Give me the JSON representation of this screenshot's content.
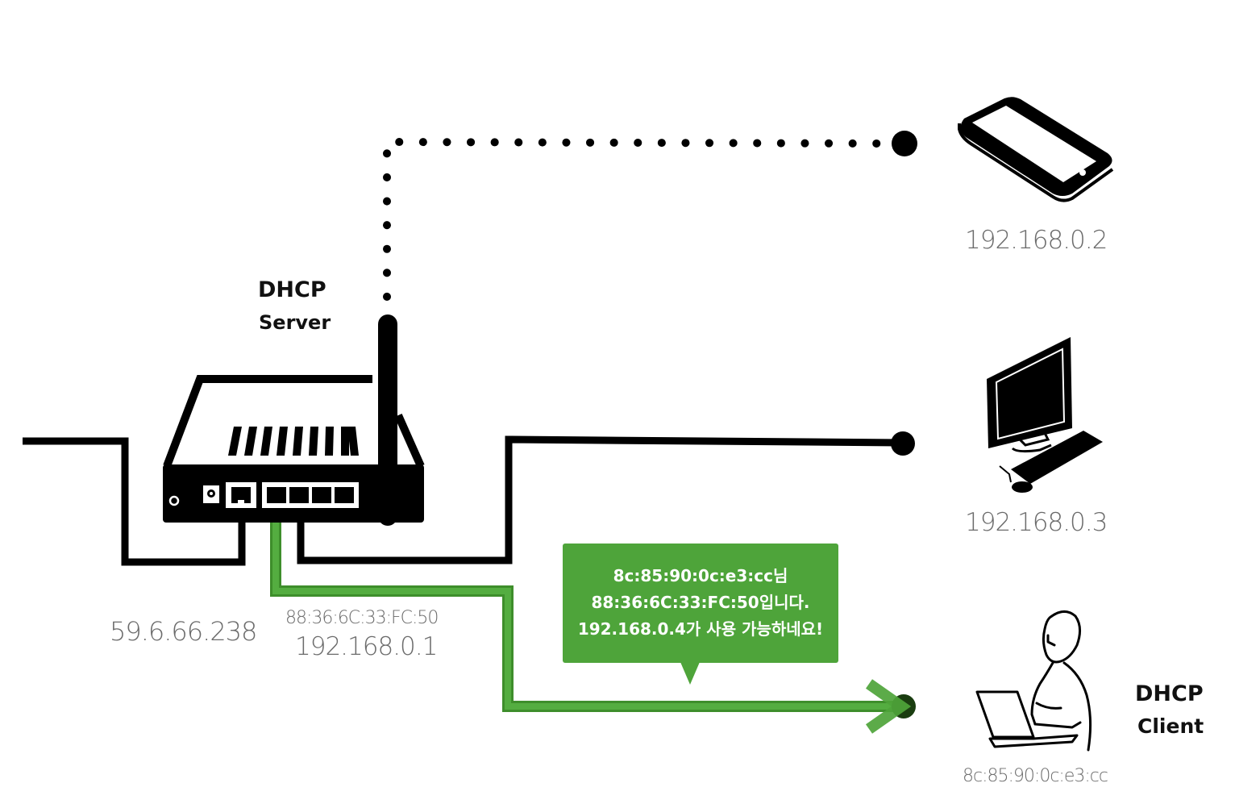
{
  "server": {
    "title_line1": "DHCP",
    "title_line2": "Server",
    "wan_ip": "59.6.66.238",
    "lan_mac": "88:36:6C:33:FC:50",
    "lan_ip": "192.168.0.1"
  },
  "devices": {
    "phone_ip": "192.168.0.2",
    "desktop_ip": "192.168.0.3",
    "client_title_line1": "DHCP",
    "client_title_line2": "Client",
    "client_mac": "8c:85:90:0c:e3:cc"
  },
  "message": {
    "line1": "8c:85:90:0c:e3:cc님",
    "line2": "88:36:6C:33:FC:50입니다.",
    "line3": "192.168.0.4가 사용 가능하네요!"
  },
  "colors": {
    "accent": "#4ea43a",
    "line": "#000000",
    "text_gray": "#6b6b6b"
  },
  "icons": [
    "router-icon",
    "smartphone-icon",
    "desktop-computer-icon",
    "person-laptop-icon",
    "arrow-icon"
  ]
}
